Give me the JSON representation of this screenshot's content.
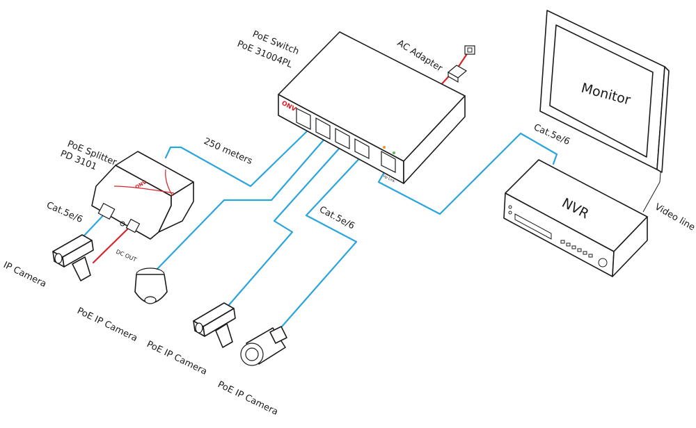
{
  "labels": {
    "switch_line1": "PoE  Switch",
    "switch_line2": "PoE 31004PL",
    "ac_adapter": "AC Adapter",
    "splitter_line1": "PoE Splitter",
    "splitter_line2": "PD 3101",
    "distance": "250 meters",
    "cat_left": "Cat.5e/6",
    "cat_center": "Cat.5e/6",
    "cat_right": "Cat.5e/6",
    "dc_out": "DC OUT",
    "ip_camera": "IP Camera",
    "poe_camera_1": "PoE IP Camera",
    "poe_camera_2": "PoE IP Camera",
    "poe_camera_3": "PoE IP Camera",
    "monitor": "Monitor",
    "nvr": "NVR",
    "video_line": "Video line",
    "brand_switch": "ONV",
    "brand_splitter": "ONV",
    "uplink": "Up Link"
  },
  "colors": {
    "network_cable": "#2aa4dc",
    "power_cable": "#d8232a",
    "outline": "#1a1a1a",
    "brand": "#d8232a"
  },
  "icons": {
    "switch": "network-switch",
    "splitter": "poe-splitter",
    "ip_camera": "box-camera",
    "dome_camera": "ptz-dome-camera",
    "bullet_camera": "bullet-camera",
    "monitor": "monitor",
    "nvr": "nvr-recorder",
    "outlet": "power-outlet",
    "adapter": "ac-adapter"
  }
}
